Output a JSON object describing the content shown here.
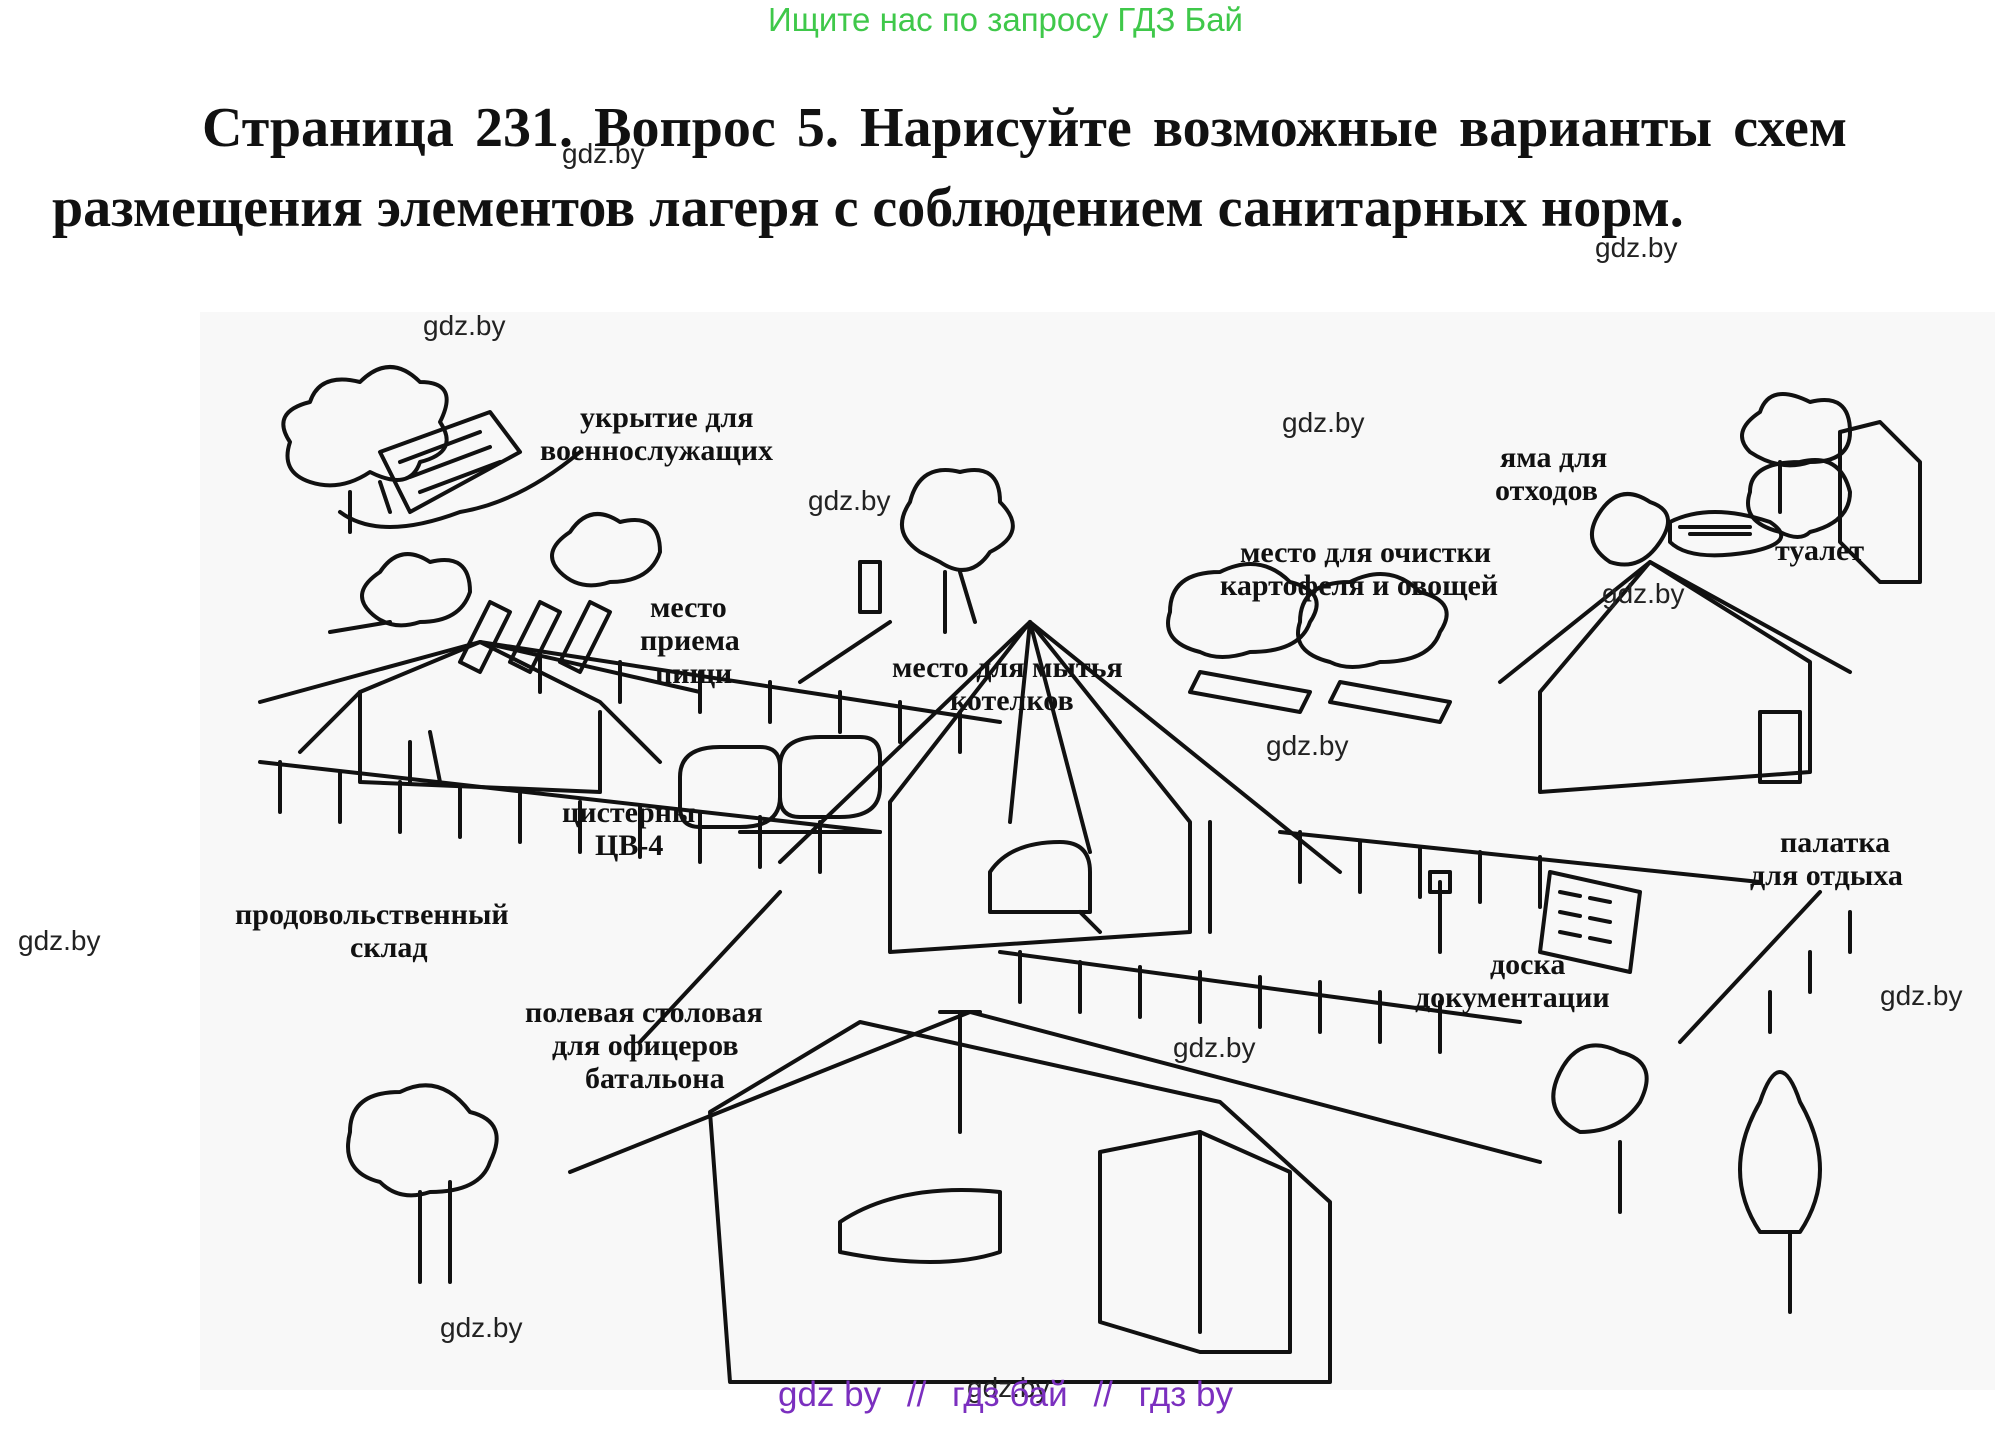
{
  "top_banner": "Ищите нас по запросу ГДЗ Бай",
  "heading": "Страница 231. Вопрос 5. Нарисуйте возможные варианты схем размещения элементов лагеря с соблюдением санитарных норм.",
  "figure": {
    "labels": {
      "shelter_l1": "укрытие для",
      "shelter_l2": "военнослужащих",
      "waste_l1": "яма для",
      "waste_l2": "отходов",
      "toilet": "туалет",
      "peel_l1": "место для очистки",
      "peel_l2": "картофеля и овощей",
      "eat_l1": "место",
      "eat_l2": "приема",
      "eat_l3": "пищи",
      "wash_l1": "место для мытья",
      "wash_l2": "котелков",
      "tanks_l1": "цистерны",
      "tanks_l2": "ЦВ-4",
      "food_l1": "продовольственный",
      "food_l2": "склад",
      "rest_l1": "палатка",
      "rest_l2": "для отдыха",
      "board_l1": "доска",
      "board_l2": "документации",
      "mess_l1": "полевая столовая",
      "mess_l2": "для офицеров",
      "mess_l3": "батальона"
    }
  },
  "watermarks": [
    "gdz.by",
    "gdz.by",
    "gdz.by",
    "gdz.by",
    "gdz.by",
    "gdz.by",
    "gdz.by",
    "gdz.by",
    "gdz.by",
    "gdz.by",
    "gdz.by",
    "gdz.by"
  ],
  "footer": {
    "part1": "gdz by",
    "sep1": "//",
    "part2": "гдз бай",
    "sep2": "//",
    "part3": "гдз by"
  }
}
